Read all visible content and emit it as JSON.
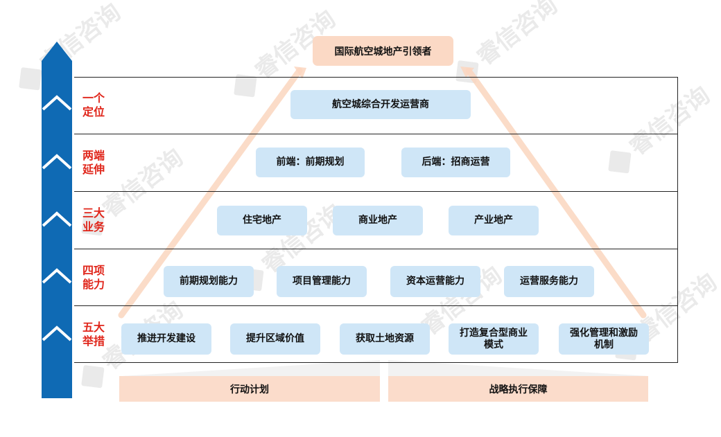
{
  "top": {
    "label": "国际航空城地产引领者"
  },
  "rows": [
    {
      "label": "一个定位",
      "items": [
        "航空城综合开发运营商"
      ]
    },
    {
      "label": "两端延伸",
      "items": [
        "前端：前期规划",
        "后端：招商运营"
      ]
    },
    {
      "label": "三大业务",
      "items": [
        "住宅地产",
        "商业地产",
        "产业地产"
      ]
    },
    {
      "label": "四项能力",
      "items": [
        "前期规划能力",
        "项目管理能力",
        "资本运营能力",
        "运营服务能力"
      ]
    },
    {
      "label": "五大举措",
      "items": [
        "推进开发建设",
        "提升区域价值",
        "获取土地资源",
        "打造复合型商业模式",
        "强化管理和激励机制"
      ]
    }
  ],
  "bottom": {
    "left": "行动计划",
    "right": "战略执行保障"
  },
  "watermark": {
    "text": "睿信咨询"
  },
  "colors": {
    "arrow": "#0f6ab4",
    "label": "#e0261b",
    "box": "#cfe6f7",
    "top_box": "#fbd9c5",
    "triangle": "#fbd6bf"
  }
}
